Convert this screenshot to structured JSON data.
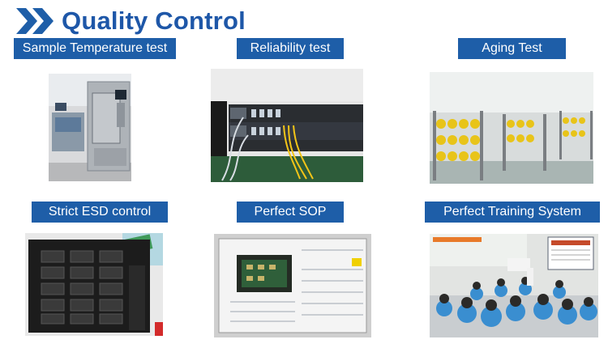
{
  "header": {
    "title": "Quality Control",
    "icon": "double-chevron-right-icon"
  },
  "brand_color": "#1e5ea8",
  "panels": [
    {
      "label": "Sample Temperature test"
    },
    {
      "label": "Reliability test"
    },
    {
      "label": "Aging Test"
    },
    {
      "label": "Strict ESD control"
    },
    {
      "label": "Perfect SOP"
    },
    {
      "label": "Perfect Training System"
    }
  ]
}
